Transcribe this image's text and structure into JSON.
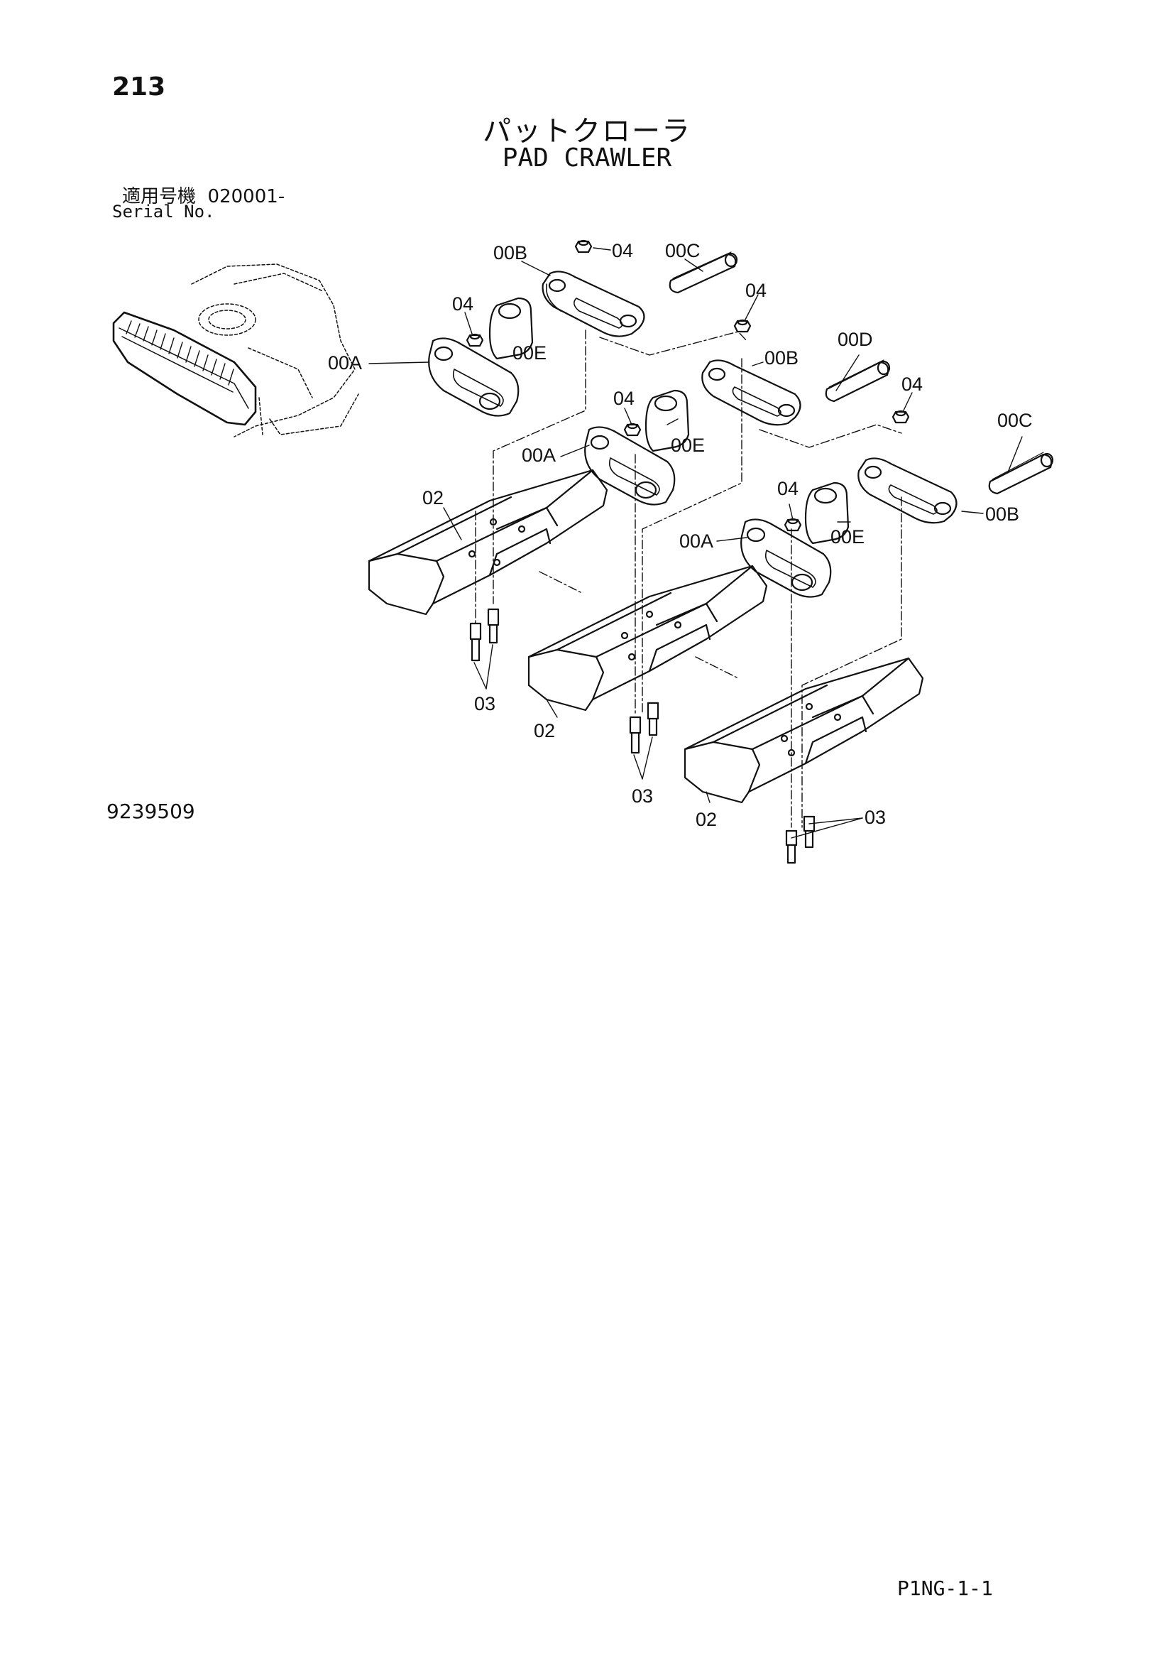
{
  "page_number": "213",
  "title_jp": "パットクローラ",
  "title_en": "PAD CRAWLER",
  "serial_label_jp": "適用号機  020001-",
  "serial_label_en": "Serial No.",
  "drawing_number": "9239509",
  "page_ref": "P1NG-1-1",
  "callouts": {
    "c00B_1": "00B",
    "c04_1": "04",
    "c00C_1": "00C",
    "c04_2": "04",
    "c04_3": "04",
    "c00E_1": "00E",
    "c00A_1": "00A",
    "c00D": "00D",
    "c00B_2": "00B",
    "c04_4": "04",
    "c04_5": "04",
    "c00E_2": "00E",
    "c00C_2": "00C",
    "c00A_2": "00A",
    "c02_1": "02",
    "c04_6": "04",
    "c00B_3": "00B",
    "c00E_3": "00E",
    "c00A_3": "00A",
    "c03_1": "03",
    "c02_2": "02",
    "c03_2": "03",
    "c02_3": "02",
    "c03_3": "03"
  }
}
